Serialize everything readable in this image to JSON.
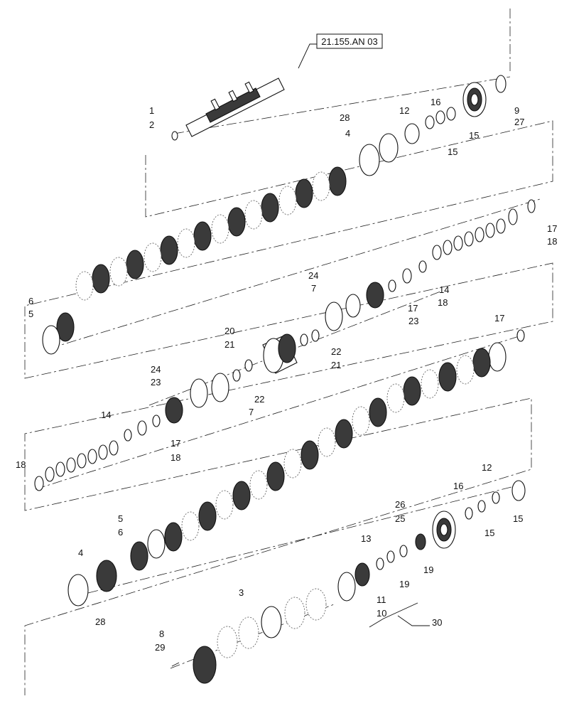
{
  "reference_label": "21.155.AN 03",
  "callouts": [
    "1",
    "2",
    "4",
    "28",
    "12",
    "16",
    "15",
    "15",
    "9",
    "27",
    "17",
    "18",
    "6",
    "5",
    "24",
    "7",
    "17",
    "18",
    "14",
    "23",
    "20",
    "21",
    "22",
    "21",
    "24",
    "23",
    "22",
    "7",
    "17",
    "14",
    "17",
    "18",
    "18",
    "12",
    "16",
    "15",
    "26",
    "25",
    "15",
    "13",
    "19",
    "19",
    "5",
    "6",
    "4",
    "28",
    "11",
    "10",
    "3",
    "8",
    "29",
    "30"
  ]
}
